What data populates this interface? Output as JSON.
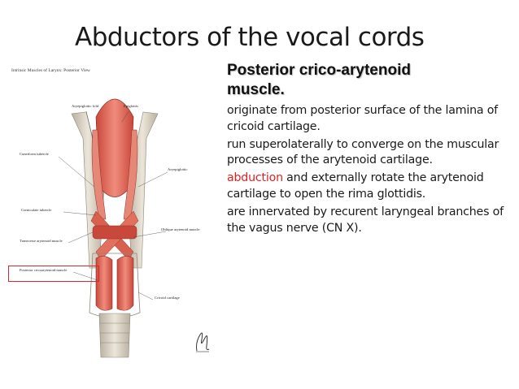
{
  "slide": {
    "title": "Abductors of the vocal cords"
  },
  "figure": {
    "caption": "Intrinsic Muscles of Larynx: Posterior View",
    "labels": {
      "aryepiglottic_fold": "Aryepiglottic fold",
      "epiglottis": "Epiglottis",
      "cuneiform_tubercle": "Cuneiform tubercle",
      "aryepiglottic": "Aryepiglottic",
      "corniculate_tubercle": "Corniculate tubercle",
      "oblique_arytenoid": "Oblique arytenoid muscle",
      "transverse_arytenoid": "Transverse arytenoid muscle",
      "posterior_cricoarytenoid": "Posterior cricoarytenoid muscle",
      "cricoid_cartilage": "Cricoid cartilage"
    },
    "signature": "F. Netter"
  },
  "content": {
    "heading_line1": "Posterior crico-arytenoid",
    "heading_line2": "muscle.",
    "point1": "originate from posterior surface of the lamina of cricoid cartilage.",
    "point2": "run superolaterally to converge on the muscular processes of the arytenoid cartilage.",
    "point3_highlight": "abduction",
    "point3_rest": " and externally rotate the arytenoid cartilage to open the rima glottidis.",
    "point4": "are innervated by recurent laryngeal branches of the vagus nerve (CN X)."
  },
  "colors": {
    "highlight_red": "#e02222",
    "box_red": "#d22a2a",
    "muscle": "#e07060",
    "cartilage": "#d8d2c4"
  }
}
